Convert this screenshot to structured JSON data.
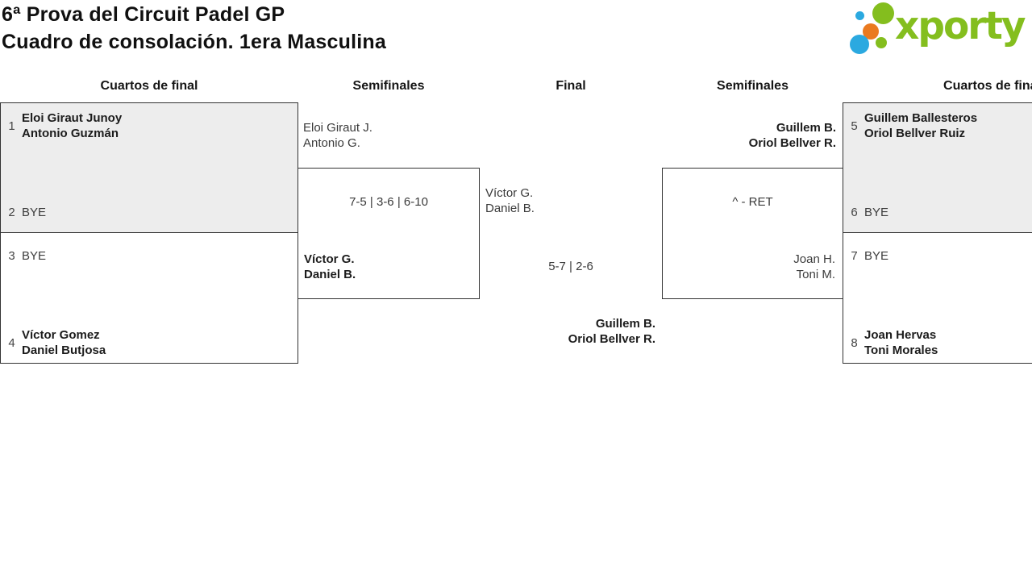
{
  "title": {
    "line1": "6ª Prova del Circuit Padel GP",
    "line2": "Cuadro de consolación. 1era Masculina"
  },
  "logo": {
    "text": "xporty"
  },
  "column_headers": {
    "qf_left": "Cuartos de final",
    "sf_left": "Semifinales",
    "final": "Final",
    "sf_right": "Semifinales",
    "qf_right": "Cuartos de final"
  },
  "colors": {
    "logo_green": "#84BE1E",
    "logo_blue": "#2BA9E0",
    "logo_orange": "#EA7A1F",
    "box_fill_gray": "#EDEDED",
    "box_border": "#333333"
  },
  "matches": {
    "qf1": {
      "seed_top": "1",
      "top_line1": "Eloi Giraut Junoy",
      "top_line2": "Antonio Guzmán",
      "seed_bottom": "2",
      "bottom_line1": "BYE"
    },
    "qf2": {
      "seed_top": "3",
      "top_line1": "BYE",
      "seed_bottom": "4",
      "bottom_line1": "Víctor Gomez",
      "bottom_line2": "Daniel Butjosa"
    },
    "sf1": {
      "entrant_top_line1": "Eloi Giraut J.",
      "entrant_top_line2": "Antonio G.",
      "score": "7-5 | 3-6 | 6-10",
      "winner_line1": "Víctor G.",
      "winner_line2": "Daniel B."
    },
    "final": {
      "entrant_left_line1": "Víctor G.",
      "entrant_left_line2": "Daniel B.",
      "score": "5-7 | 2-6",
      "winner_line1": "Guillem B.",
      "winner_line2": "Oriol Bellver R."
    },
    "sf2": {
      "entrant_top_line1": "Guillem B.",
      "entrant_top_line2": "Oriol Bellver R.",
      "score": "^ - RET",
      "entrant_bottom_line1": "Joan H.",
      "entrant_bottom_line2": "Toni M."
    },
    "qf3": {
      "seed_top": "5",
      "top_line1": "Guillem Ballesteros",
      "top_line2": "Oriol Bellver Ruiz",
      "seed_bottom": "6",
      "bottom_line1": "BYE"
    },
    "qf4": {
      "seed_top": "7",
      "top_line1": "BYE",
      "seed_bottom": "8",
      "bottom_line1": "Joan Hervas",
      "bottom_line2": "Toni Morales"
    }
  }
}
